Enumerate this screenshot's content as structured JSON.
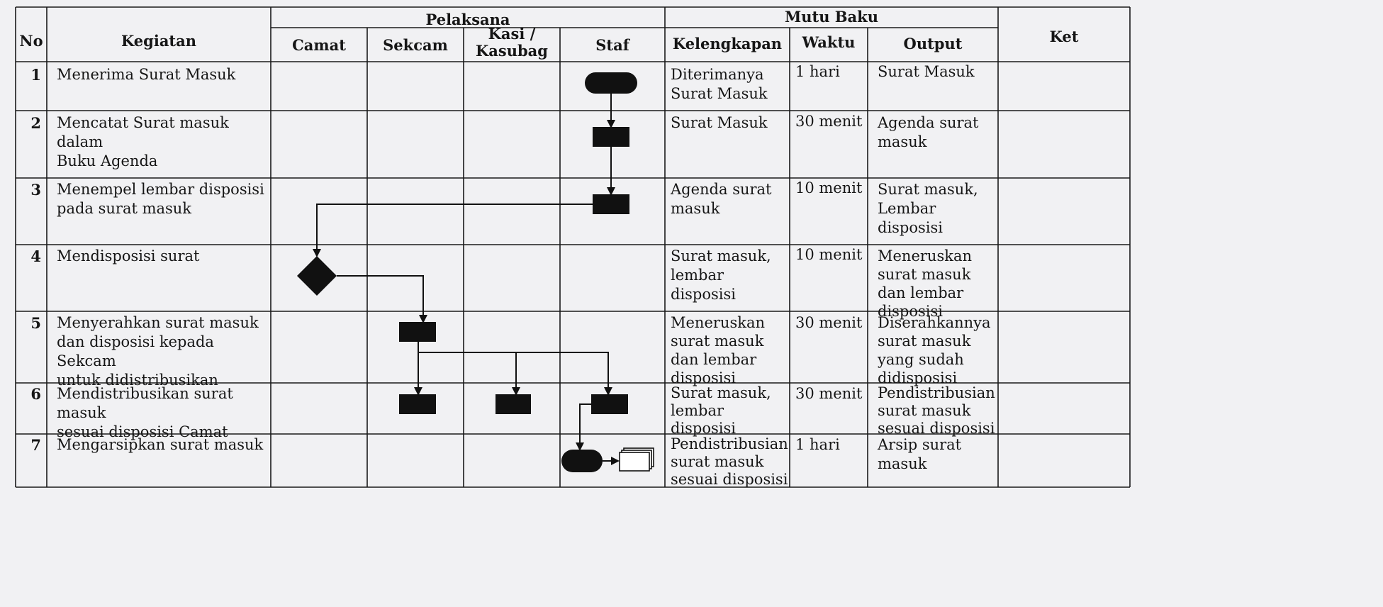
{
  "header": {
    "no": "No",
    "kegiatan": "Kegiatan",
    "pelaksana": "Pelaksana",
    "mutu_baku": "Mutu Baku",
    "ket": "Ket",
    "camat": "Camat",
    "sekcam": "Sekcam",
    "kasi": "Kasi /\nKasubag",
    "staf": "Staf",
    "kelengkapan": "Kelengkapan",
    "waktu": "Waktu",
    "output": "Output"
  },
  "rows": [
    {
      "no": "1",
      "kegiatan": "Menerima Surat Masuk",
      "kelengkapan": "Diterimanya\nSurat Masuk",
      "waktu": "1 hari",
      "output": "Surat Masuk",
      "ket": ""
    },
    {
      "no": "2",
      "kegiatan": "Mencatat Surat masuk dalam\nBuku Agenda",
      "kelengkapan": "Surat Masuk",
      "waktu": "30 menit",
      "output": "Agenda surat\nmasuk",
      "ket": ""
    },
    {
      "no": "3",
      "kegiatan": "Menempel lembar disposisi\npada surat masuk",
      "kelengkapan": "Agenda surat\nmasuk",
      "waktu": "10 menit",
      "output": "Surat masuk,\nLembar\ndisposisi",
      "ket": ""
    },
    {
      "no": "4",
      "kegiatan": "Mendisposisi surat",
      "kelengkapan": "Surat masuk,\nlembar\ndisposisi",
      "waktu": "10 menit",
      "output": "Meneruskan\nsurat masuk\ndan lembar\ndisposisi",
      "ket": ""
    },
    {
      "no": "5",
      "kegiatan": "Menyerahkan surat masuk\ndan disposisi kepada Sekcam\nuntuk didistribusikan",
      "kelengkapan": "Meneruskan\nsurat masuk\ndan lembar\ndisposisi",
      "waktu": "30 menit",
      "output": "Diserahkannya\nsurat masuk\nyang sudah\ndidisposisi",
      "ket": ""
    },
    {
      "no": "6",
      "kegiatan": "Mendistribusikan surat masuk\nsesuai disposisi Camat",
      "kelengkapan": "Surat masuk,\nlembar\ndisposisi",
      "waktu": "30 menit",
      "output": "Pendistribusian\nsurat masuk\nsesuai disposisi",
      "ket": ""
    },
    {
      "no": "7",
      "kegiatan": "Mengarsipkan surat masuk",
      "kelengkapan": "Pendistribusian\nsurat masuk\nsesuai disposisi",
      "waktu": "1 hari",
      "output": "Arsip surat\nmasuk",
      "ket": ""
    }
  ],
  "flow": {
    "nodes": [
      {
        "id": "n1",
        "row": 1,
        "lane": "staf",
        "shape": "terminator"
      },
      {
        "id": "n2",
        "row": 2,
        "lane": "staf",
        "shape": "process"
      },
      {
        "id": "n3",
        "row": 3,
        "lane": "staf",
        "shape": "process"
      },
      {
        "id": "n4",
        "row": 4,
        "lane": "camat",
        "shape": "decision"
      },
      {
        "id": "n5",
        "row": 5,
        "lane": "sekcam",
        "shape": "process"
      },
      {
        "id": "n6a",
        "row": 6,
        "lane": "sekcam",
        "shape": "process"
      },
      {
        "id": "n6b",
        "row": 6,
        "lane": "kasi",
        "shape": "process"
      },
      {
        "id": "n6c",
        "row": 6,
        "lane": "staf",
        "shape": "process"
      },
      {
        "id": "n7",
        "row": 7,
        "lane": "staf",
        "shape": "terminator"
      },
      {
        "id": "n7doc",
        "row": 7,
        "lane": "staf",
        "shape": "document"
      }
    ],
    "edges": [
      {
        "from": "n1",
        "to": "n2"
      },
      {
        "from": "n2",
        "to": "n3"
      },
      {
        "from": "n3",
        "to": "n4"
      },
      {
        "from": "n4",
        "to": "n5"
      },
      {
        "from": "n5",
        "to": "n6a"
      },
      {
        "from": "n5",
        "to": "n6b"
      },
      {
        "from": "n5",
        "to": "n6c"
      },
      {
        "from": "n6c",
        "to": "n7"
      },
      {
        "from": "n7",
        "to": "n7doc"
      }
    ]
  }
}
